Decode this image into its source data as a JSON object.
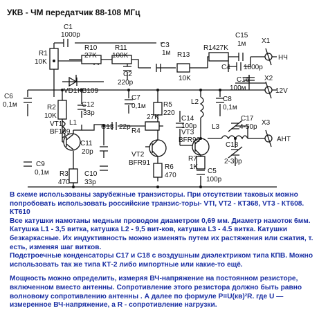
{
  "title": "УКВ - ЧМ передатчик  88-108 МГц",
  "labels": {
    "r1": "R1",
    "r1v": "10K",
    "c1": "C1",
    "c1v": "1000p",
    "r10": "R10",
    "r10v": "27K",
    "r11": "R11",
    "r11v": "100K",
    "c2": "C2",
    "c2v": "220p",
    "c3": "C3",
    "c3v": "1м",
    "r13": "R13",
    "r13v": "10K",
    "r14": "R14",
    "r14v": "27K",
    "c15": "C15",
    "c15v": "1м",
    "c4": "C4",
    "c4v": "1800p",
    "x1": "X1",
    "x1v": "НЧ",
    "vd1": "VD1",
    "vd1v": "KB109",
    "c6": "C6",
    "c6v": "0,1м",
    "r2": "R2",
    "r2v": "10K",
    "c12": "C12",
    "c12v": "33p",
    "vt1": "VT1",
    "vt1v": "BF199",
    "l1": "L1",
    "c13": "C13",
    "c13v": "22p",
    "c7": "C7",
    "c7v": "0,1м",
    "r5": "R5",
    "r5v": "220",
    "r4": "R4",
    "r4v": "27K",
    "c14": "C14",
    "c14v": "100p",
    "l2": "L2",
    "c8": "C8",
    "c8v": "0,1м",
    "c16": "C16",
    "c16v": "100м",
    "x2": "X2",
    "x2v": "12V",
    "vt3": "VT3",
    "vt3v": "BFR96",
    "l3": "L3",
    "c17": "C17",
    "c17v": "4-50p",
    "x3": "X3",
    "x3v": "АНТ",
    "c11": "C11",
    "c11v": "20p",
    "vt2": "VT2",
    "vt2v": "BFR91",
    "c18": "C18",
    "c18v": "2-30p",
    "r7": "R7",
    "r7v": "1K",
    "c9": "C9",
    "c9v": "0,1м",
    "r3": "R3",
    "r3v": "470",
    "c10": "C10",
    "c10v": "33p",
    "r6": "R6",
    "r6v": "470",
    "c5": "C5",
    "c5v": "100p"
  },
  "description": [
    "В схеме использованы зарубежные транзисторы. При отсутствии таковых можно попробовать использовать российские транзис-торы- VTI, VT2 - КТ368, VT3 - КТ608. КТ610",
    "Все катушки намотаны медным проводом диаметром 0,69 мм. Диаметр намоток 6мм. Катушка L1 - 3,5 витка, катушка L2 - 9,5 вит-ков, катушка L3 - 4.5 витка. Катушки безкаркасные. Их индуктивность можно изменять путем их растяжения или сжатия, т. есть, изменяя шаг витков.",
    "Подстроечные конденсаторы С17 и С18 с воздушным диэлектриком типа КПВ. Можно использовать так же типа КТ-2 либо импортные или какие-то ещё.",
    "Мощность можно определить, измеряя ВЧ-напряжение на постоянном резисторе, включенном вместо антенны. Сопротивление этого резистора должно быть равно волновому сопротивлению антенны . А далее по формуле P=U(кв)²R. где U — измеренное ВЧ-напряжение, а R - сопротивление нагрузки."
  ]
}
